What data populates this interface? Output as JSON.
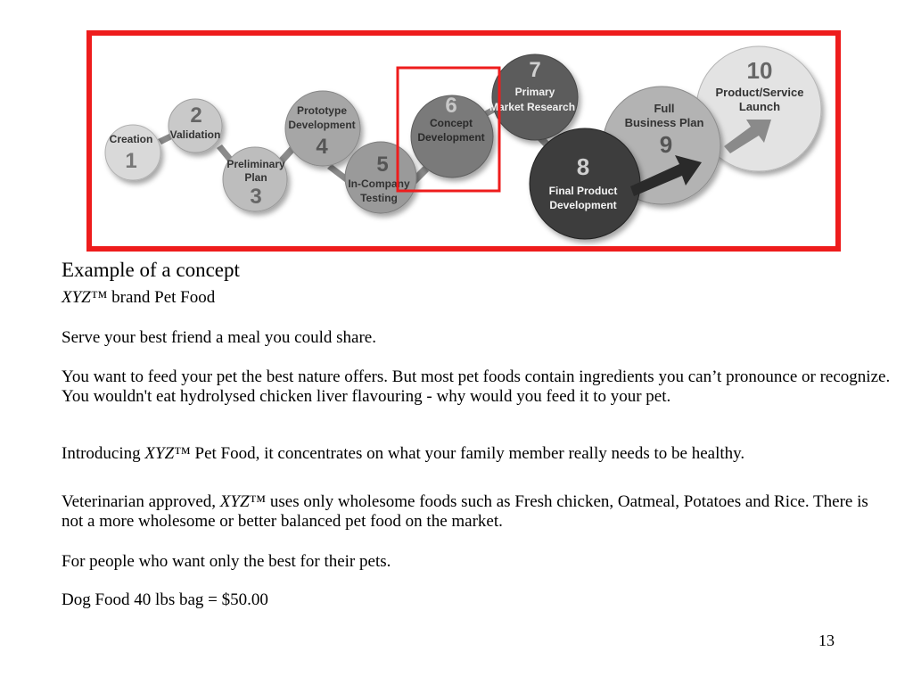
{
  "diagram": {
    "border_color": "#ee1c1c",
    "highlight_color": "#ee1c1c",
    "stages": [
      {
        "num": "1",
        "label": [
          "Creation"
        ]
      },
      {
        "num": "2",
        "label": [
          "Validation"
        ]
      },
      {
        "num": "3",
        "label": [
          "Preliminary",
          "Plan"
        ]
      },
      {
        "num": "4",
        "label": [
          "Prototype",
          "Development"
        ]
      },
      {
        "num": "5",
        "label": [
          "In-Company",
          "Testing"
        ]
      },
      {
        "num": "6",
        "label": [
          "Concept",
          "Development"
        ]
      },
      {
        "num": "7",
        "label": [
          "Primary",
          "Market Research"
        ]
      },
      {
        "num": "8",
        "label": [
          "Final Product",
          "Development"
        ]
      },
      {
        "num": "9",
        "label": [
          "Full",
          "Business Plan"
        ]
      },
      {
        "num": "10",
        "label": [
          "Product/Service",
          "Launch"
        ]
      }
    ]
  },
  "content": {
    "heading": "Example of a concept",
    "brand_italic": "XYZ",
    "brand_rest": "™ brand Pet Food",
    "tagline": "Serve your best friend a meal you could share.",
    "para1": "You want to feed your pet the best nature offers. But most pet foods contain ingredients you can’t pronounce or recognize. You wouldn't eat hydrolysed chicken liver flavouring - why would you feed it to your pet.",
    "para2_pre": "Introducing ",
    "para2_italic": "XYZ",
    "para2_post": "™ Pet Food, it concentrates on what your family member really needs to be healthy.",
    "para3_pre": "Veterinarian approved, ",
    "para3_italic": "XYZ",
    "para3_post": "™ uses only wholesome foods such as Fresh chicken, Oatmeal, Potatoes and Rice. There is not a more wholesome or better balanced pet food on the market.",
    "para4": "For people who want only the best for their pets.",
    "price": "Dog Food 40 lbs bag = $50.00"
  },
  "page_number": "13"
}
